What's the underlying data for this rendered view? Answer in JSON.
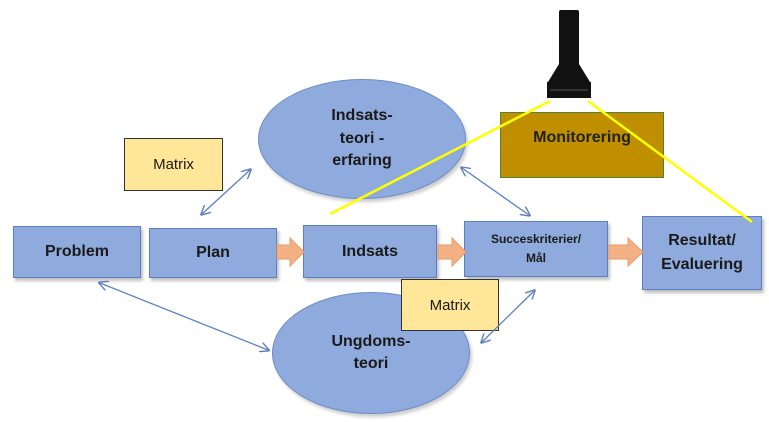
{
  "nodes": {
    "problem": "Problem",
    "plan": "Plan",
    "indsats": "Indsats",
    "succes_line1": "Succeskriterier/",
    "succes_line2": "Mål",
    "resultat_line1": "Resultat/",
    "resultat_line2": "Evaluering",
    "monitorering": "Monitorering",
    "matrix_top": "Matrix",
    "matrix_bottom": "Matrix",
    "indsatsteori_line1": "Indsats-",
    "indsatsteori_line2": "teori -",
    "indsatsteori_line3": "erfaring",
    "ungdomsteori_line1": "Ungdoms-",
    "ungdomsteori_line2": "teori"
  },
  "colors": {
    "box_fill": "#8faadc",
    "matrix_fill": "#ffe699",
    "monitor_fill": "#bf8f00",
    "arrow_fill": "#f4b183",
    "beam": "#ffff00",
    "connector": "#5b7fc2"
  },
  "icons": {
    "flashlight": "flashlight-icon"
  }
}
